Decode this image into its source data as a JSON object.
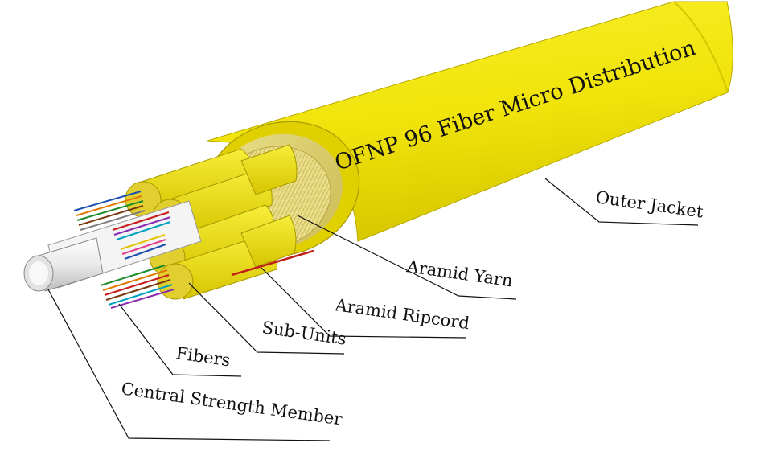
{
  "jacket_text": "OFNP 96 Fiber Micro Distribution",
  "labels": {
    "outer_jacket": "Outer Jacket",
    "aramid_yarn": "Aramid Yarn",
    "aramid_ripcord": "Aramid Ripcord",
    "sub_units": "Sub-Units",
    "fibers": "Fibers",
    "central_strength_member": "Central Strength Member"
  },
  "colors": {
    "jacket": "#f3e80a",
    "jacket_shadow": "#c9b800",
    "aramid": "#e9dc82",
    "ripcord": "#c0201a",
    "strength_member": "#e6e6e6"
  }
}
